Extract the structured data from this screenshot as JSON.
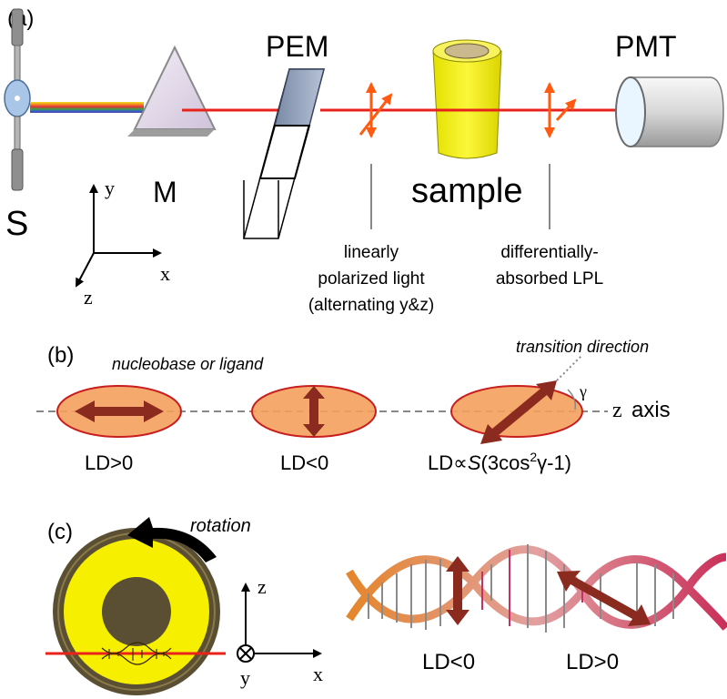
{
  "panel_a": {
    "label": "(a)",
    "source_label": "S",
    "mono_label": "M",
    "pem_label": "PEM",
    "pmt_label": "PMT",
    "sample_label": "sample",
    "axes": {
      "y": "y",
      "x": "x",
      "z": "z"
    },
    "lpl_note": {
      "line1": "linearly",
      "line2": "polarized light",
      "line3": "(alternating y&z)"
    },
    "dlpl_note": {
      "line1": "differentially-",
      "line2": "absorbed LPL"
    }
  },
  "panel_b": {
    "label": "(b)",
    "nucleobase_label": "nucleobase or ligand",
    "transition_label": "transition direction",
    "gamma": "γ",
    "zaxis_z": "z",
    "zaxis_word": "axis",
    "ld_pos": "LD>0",
    "ld_neg": "LD<0",
    "formula": {
      "prefix": "LD∝",
      "s": "S",
      "open": "(3cos",
      "sup": "2",
      "rest": "γ-1)"
    }
  },
  "panel_c": {
    "label": "(c)",
    "rotation_label": "rotation",
    "axes": {
      "z": "z",
      "y": "y",
      "x": "x"
    },
    "ld_neg": "LD<0",
    "ld_pos": "LD>0"
  },
  "colors": {
    "beam": "#e8231b",
    "ellipse_fill": "#f5a05c",
    "ellipse_stroke": "#c81e1e",
    "arrow": "#8b2a1f",
    "sample_yellow": "#f6f000",
    "sample_dark": "#5a4f33"
  }
}
